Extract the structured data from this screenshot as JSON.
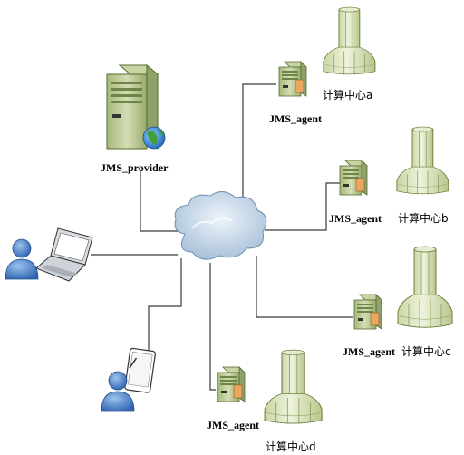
{
  "labels": {
    "provider": "JMS_provider",
    "agent_a": "JMS_agent",
    "agent_b": "JMS_agent",
    "agent_c": "JMS_agent",
    "agent_d": "JMS_agent",
    "center_a": "计算中心a",
    "center_b": "计算中心b",
    "center_c": "计算中心c",
    "center_d": "计算中心d"
  },
  "icons": {
    "cloud": "network-cloud-icon",
    "provider_server": "server-with-globe-icon",
    "agent_server": "server-icon",
    "computing_center": "tower-icon",
    "laptop": "laptop-icon",
    "tablet": "tablet-icon",
    "user": "user-icon"
  },
  "colors": {
    "line": "#3a3a3a",
    "server_body": "#b9c891",
    "tower_body": "#dce5c0",
    "cloud": "#c6d7e8",
    "user": "#4a7ec7"
  }
}
